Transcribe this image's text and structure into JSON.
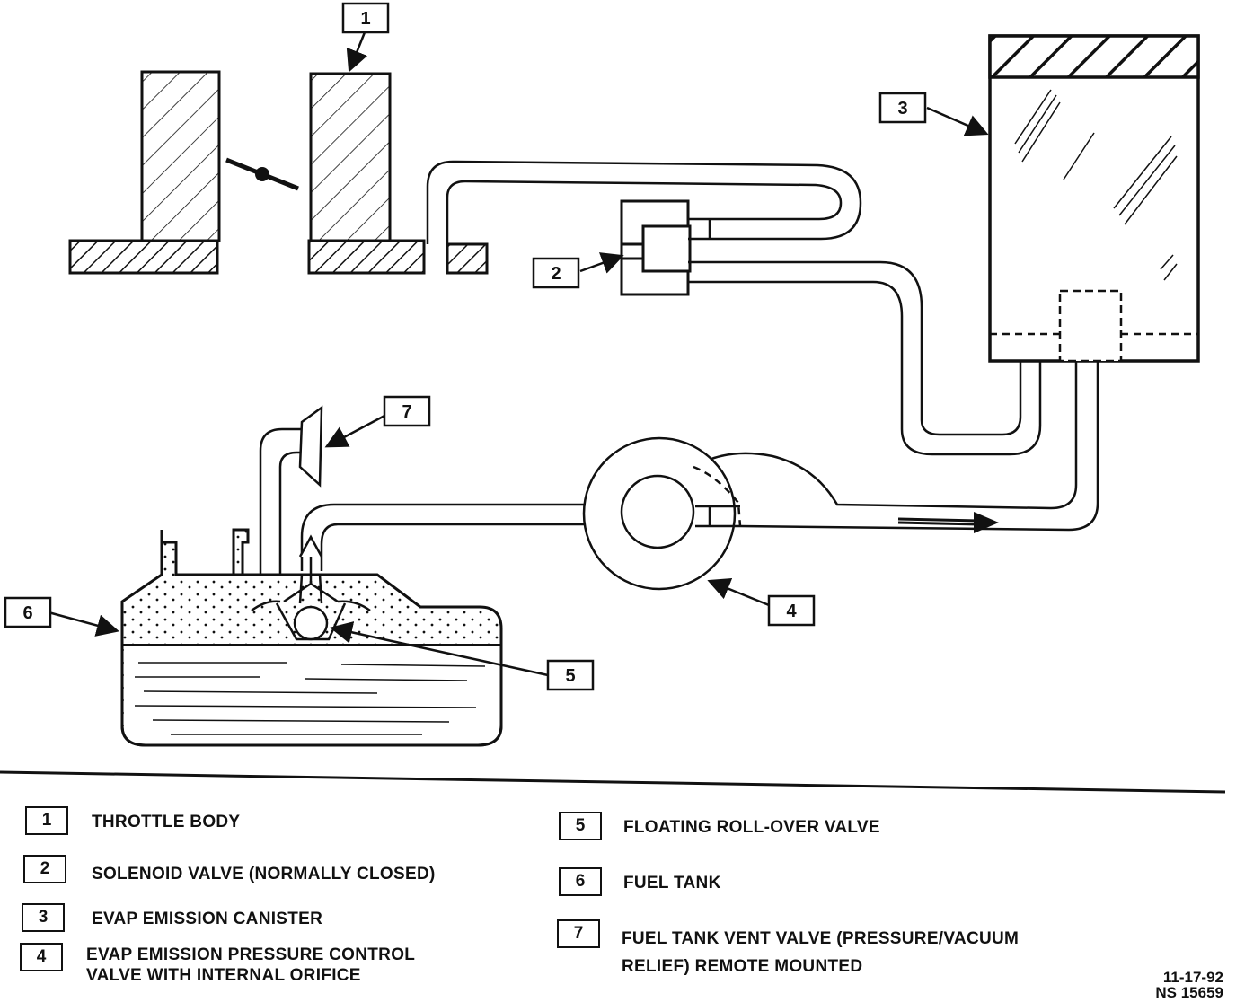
{
  "callouts": [
    {
      "number": "1"
    },
    {
      "number": "2"
    },
    {
      "number": "3"
    },
    {
      "number": "4"
    },
    {
      "number": "5"
    },
    {
      "number": "6"
    },
    {
      "number": "7"
    }
  ],
  "legend": [
    {
      "number": "1",
      "lines": [
        "THROTTLE BODY"
      ]
    },
    {
      "number": "2",
      "lines": [
        "SOLENOID VALVE (NORMALLY CLOSED)"
      ]
    },
    {
      "number": "3",
      "lines": [
        "EVAP EMISSION CANISTER"
      ]
    },
    {
      "number": "4",
      "lines": [
        "EVAP EMISSION PRESSURE CONTROL",
        "VALVE WITH INTERNAL ORIFICE"
      ]
    },
    {
      "number": "5",
      "lines": [
        "FLOATING ROLL-OVER VALVE"
      ]
    },
    {
      "number": "6",
      "lines": [
        "FUEL TANK"
      ]
    },
    {
      "number": "7",
      "lines": [
        "FUEL TANK VENT VALVE (PRESSURE/VACUUM",
        "RELIEF) REMOTE MOUNTED"
      ]
    }
  ],
  "stamp": {
    "date": "11-17-92",
    "code": "NS 15659"
  }
}
